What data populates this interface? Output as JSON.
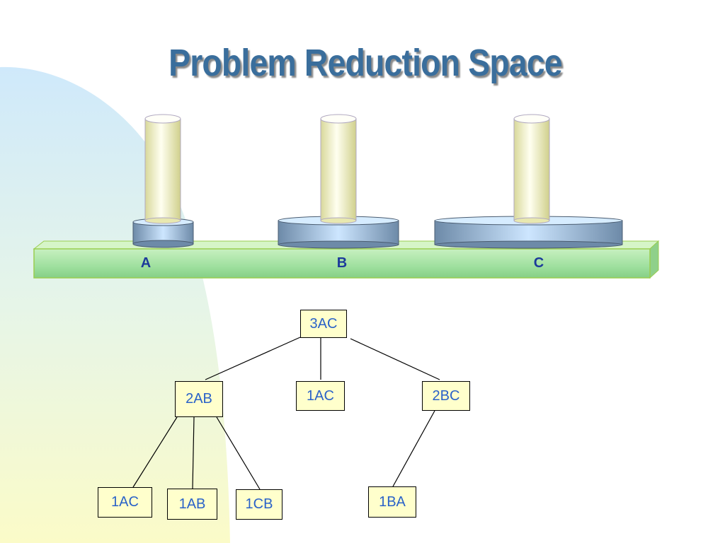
{
  "title": "Problem Reduction Space",
  "pegs": [
    {
      "id": "peg-a",
      "label": "A"
    },
    {
      "id": "peg-b",
      "label": "B"
    },
    {
      "id": "peg-c",
      "label": "C"
    }
  ],
  "tree": {
    "root": "3AC",
    "level1": [
      "2AB",
      "1AC",
      "2BC"
    ],
    "level2_2AB": [
      "1AC",
      "1AB",
      "1CB"
    ],
    "level2_2BC": [
      "1BA"
    ]
  },
  "colors": {
    "title": "#3a6e9c",
    "node_text": "#2a62c8",
    "node_fill": "#ffffcc",
    "label": "#1c3a9a",
    "base": "#9fe09f"
  }
}
